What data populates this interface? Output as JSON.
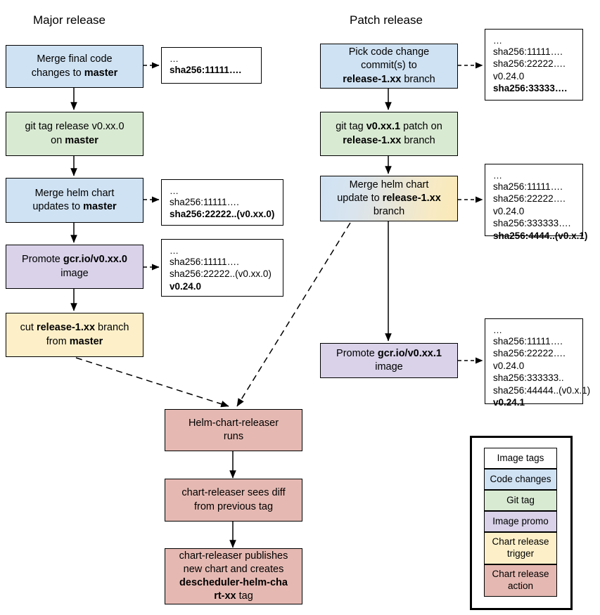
{
  "columns": {
    "major_title": "Major release",
    "patch_title": "Patch release"
  },
  "nodes": {
    "major_merge_code": {
      "line1": "Merge final code",
      "line2a": "changes to ",
      "line2b": "master",
      "type": "Code changes"
    },
    "major_git_tag": {
      "line1": "git tag release v0.xx.0",
      "line2a": "on ",
      "line2b": "master",
      "type": "Git tag"
    },
    "major_merge_helm": {
      "line1": "Merge helm chart",
      "line2a": "updates to ",
      "line2b": "master",
      "type": "Code changes"
    },
    "major_promote": {
      "line1a": "Promote ",
      "line1b": "gcr.io/v0.xx.0",
      "line2": "image",
      "type": "Image promo"
    },
    "major_cut_branch": {
      "line1a": "cut ",
      "line1b": "release-1.xx",
      "line1c": " branch",
      "line2a": "from ",
      "line2b": "master",
      "type": "Chart release trigger"
    },
    "patch_pick": {
      "line1": "Pick code change",
      "line2": "commit(s) to",
      "line3a": "release-1.xx",
      "line3b": " branch",
      "type": "Code changes"
    },
    "patch_git_tag": {
      "line1a": "git tag ",
      "line1b": "v0.xx.1",
      "line1c": " patch on",
      "line2a": "release-1.xx",
      "line2b": " branch",
      "type": "Git tag"
    },
    "patch_merge_helm": {
      "line1": "Merge helm chart",
      "line2a": "update to ",
      "line2b": "release-1.xx",
      "line3": "branch",
      "type": "Chart release trigger"
    },
    "patch_promote": {
      "line1a": "Promote ",
      "line1b": "gcr.io/v0.xx.1",
      "line2": "image",
      "type": "Image promo"
    },
    "cr_runs": {
      "line1": "Helm-chart-releaser",
      "line2": "runs",
      "type": "Chart release action"
    },
    "cr_diff": {
      "line1": "chart-releaser sees diff",
      "line2": "from previous tag",
      "type": "Chart release action"
    },
    "cr_publish": {
      "line1": "chart-releaser publishes",
      "line2": "new chart and creates",
      "line3b": "descheduler-helm-cha",
      "line4b": "rt-xx",
      "line4c": " tag",
      "type": "Chart release action"
    }
  },
  "tag_boxes": {
    "major_after_merge_code": {
      "lines": [
        {
          "text": "…",
          "bold": false,
          "dots": true
        },
        {
          "text": "sha256:11111….",
          "bold": true
        }
      ]
    },
    "major_after_merge_helm": {
      "lines": [
        {
          "text": "…",
          "bold": false,
          "dots": true
        },
        {
          "text": "sha256:11111….",
          "bold": false
        },
        {
          "text": "sha256:22222..(v0.xx.0)",
          "bold": true
        }
      ]
    },
    "major_after_promote": {
      "lines": [
        {
          "text": "…",
          "bold": false,
          "dots": true
        },
        {
          "text": "sha256:11111….",
          "bold": false
        },
        {
          "text": "sha256:22222..(v0.xx.0)",
          "bold": false
        },
        {
          "text": "v0.24.0",
          "bold": true
        }
      ]
    },
    "patch_after_pick": {
      "lines": [
        {
          "text": "…",
          "bold": false,
          "dots": true
        },
        {
          "text": "sha256:11111….",
          "bold": false
        },
        {
          "text": "sha256:22222….",
          "bold": false
        },
        {
          "text": "v0.24.0",
          "bold": false
        },
        {
          "text": "sha256:33333….",
          "bold": true
        }
      ]
    },
    "patch_after_merge_helm": {
      "lines": [
        {
          "text": "…",
          "bold": false,
          "dots": true
        },
        {
          "text": "sha256:11111….",
          "bold": false
        },
        {
          "text": "sha256:22222….",
          "bold": false
        },
        {
          "text": "v0.24.0",
          "bold": false
        },
        {
          "text": "sha256:333333….",
          "bold": false
        },
        {
          "text": "sha256:4444..(v0.x.1)",
          "bold": true
        }
      ]
    },
    "patch_after_promote": {
      "lines": [
        {
          "text": "…",
          "bold": false,
          "dots": true
        },
        {
          "text": "sha256:11111….",
          "bold": false
        },
        {
          "text": "sha256:22222….",
          "bold": false
        },
        {
          "text": "v0.24.0",
          "bold": false
        },
        {
          "text": "sha256:333333..",
          "bold": false
        },
        {
          "text": "sha256:44444..(v0.x.1)",
          "bold": false
        },
        {
          "text": "v0.24.1",
          "bold": true
        }
      ]
    }
  },
  "legend": {
    "items": [
      {
        "label": "Image tags",
        "color": "#ffffff"
      },
      {
        "label": "Code changes",
        "color": "#cfe2f3"
      },
      {
        "label": "Git tag",
        "color": "#d9ead3"
      },
      {
        "label": "Image promo",
        "color": "#d9d2e9"
      },
      {
        "label": "Chart release trigger",
        "color": "#fdf0c9"
      },
      {
        "label": "Chart release action",
        "color": "#e5b9b2"
      }
    ]
  },
  "colors": {
    "code_changes": "#cfe2f3",
    "git_tag": "#d9ead3",
    "image_promo": "#d9d2e9",
    "chart_release_trigger": "#fdf0c9",
    "chart_release_action": "#e5b9b2",
    "image_tags": "#ffffff",
    "stroke": "#000000"
  }
}
